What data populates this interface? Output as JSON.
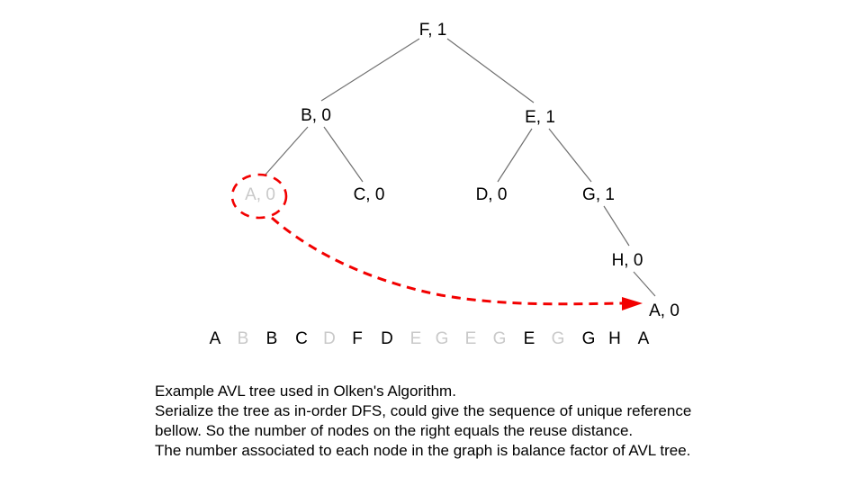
{
  "colors": {
    "highlight": "#f20000",
    "muted": "#c9c9c9",
    "edge": "#707070",
    "text": "#000000"
  },
  "tree": {
    "description": "AVL tree, in-order serialized",
    "nodes": [
      {
        "id": "F",
        "label": "F, 1"
      },
      {
        "id": "B",
        "label": "B, 0"
      },
      {
        "id": "A-left",
        "label": "A, 0",
        "color": "#c9c9c9",
        "highlighted": "circled"
      },
      {
        "id": "C",
        "label": "C, 0"
      },
      {
        "id": "E",
        "label": "E, 1"
      },
      {
        "id": "D",
        "label": "D, 0"
      },
      {
        "id": "G",
        "label": "G, 1"
      },
      {
        "id": "H",
        "label": "H, 0"
      },
      {
        "id": "A-right",
        "label": "A, 0"
      }
    ],
    "edges": [
      "F-B",
      "F-E",
      "B-A",
      "B-C",
      "E-D",
      "E-G",
      "G-H",
      "H-A"
    ],
    "arrow": "from circled A,0 to bottom A,0"
  },
  "sequence": {
    "items": [
      {
        "letter": "A",
        "color": "#000000"
      },
      {
        "letter": "B",
        "color": "#c9c9c9"
      },
      {
        "letter": "B",
        "color": "#000000"
      },
      {
        "letter": "C",
        "color": "#000000"
      },
      {
        "letter": "D",
        "color": "#c9c9c9"
      },
      {
        "letter": "F",
        "color": "#000000"
      },
      {
        "letter": "D",
        "color": "#000000"
      },
      {
        "letter": "E",
        "color": "#c9c9c9"
      },
      {
        "letter": "G",
        "color": "#c9c9c9"
      },
      {
        "letter": "E",
        "color": "#c9c9c9"
      },
      {
        "letter": "G",
        "color": "#c9c9c9"
      },
      {
        "letter": "E",
        "color": "#000000"
      },
      {
        "letter": "G",
        "color": "#c9c9c9"
      },
      {
        "letter": "G",
        "color": "#000000"
      },
      {
        "letter": "H",
        "color": "#000000"
      },
      {
        "letter": "A",
        "color": "#000000"
      }
    ]
  },
  "caption": {
    "lines": [
      "Example AVL tree used in Olken's Algorithm.",
      "Serialize the tree as in-order DFS, could give the sequence of unique reference",
      "bellow. So the number of nodes on the right equals the reuse distance.",
      "The number associated to each node in the graph is balance factor of AVL tree."
    ]
  }
}
